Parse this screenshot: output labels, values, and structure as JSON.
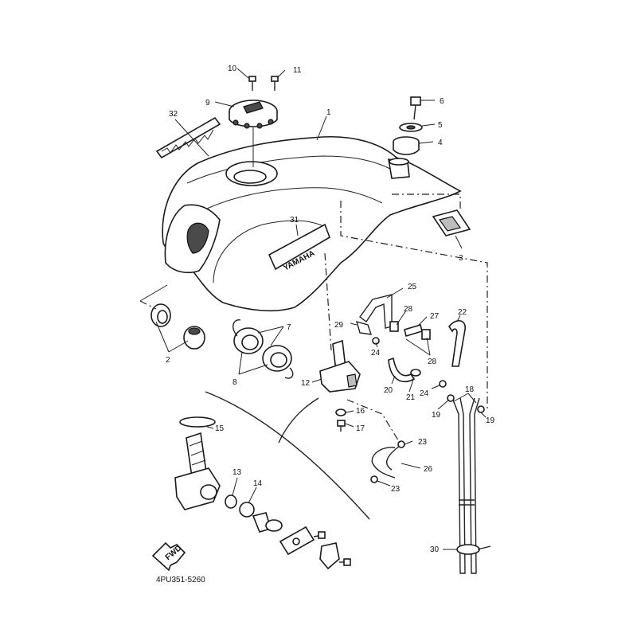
{
  "diagram": {
    "ref_code": "4PU351-5260",
    "brand_text": "YAMAHA",
    "direction_text": "FWD",
    "callouts": {
      "c1": "1",
      "c2": "2",
      "c3": "3",
      "c4": "4",
      "c5": "5",
      "c6": "6",
      "c7": "7",
      "c8": "8",
      "c9": "9",
      "c10": "10",
      "c11": "11",
      "c12": "12",
      "c13": "13",
      "c14": "14",
      "c15": "15",
      "c16": "16",
      "c17": "17",
      "c18": "18",
      "c19a": "19",
      "c19b": "19",
      "c20": "20",
      "c21": "21",
      "c22": "22",
      "c23a": "23",
      "c23b": "23",
      "c24a": "24",
      "c24b": "24",
      "c25": "25",
      "c26": "26",
      "c27": "27",
      "c28a": "28",
      "c28b": "28",
      "c29": "29",
      "c30": "30",
      "c31": "31",
      "c32": "32"
    }
  }
}
